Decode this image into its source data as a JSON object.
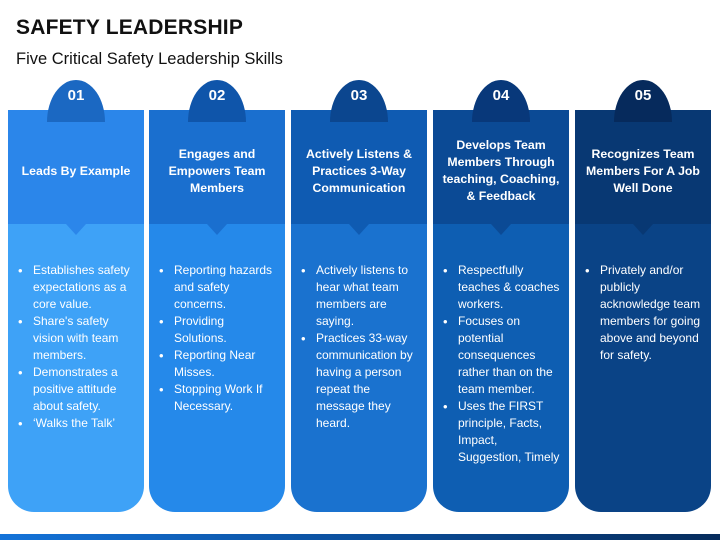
{
  "title": "SAFETY LEADERSHIP",
  "subtitle": "Five Critical Safety Leadership Skills",
  "columns": [
    {
      "number": "01",
      "heading": "Leads By Example",
      "bullets": [
        "Establishes safety expectations as a core value.",
        "Share's safety vision with team members.",
        "Demonstrates a positive attitude about safety.",
        "‘Walks the Talk’"
      ],
      "tab_color": "#1b68c2",
      "head_color": "#2b86ea",
      "body_color": "#3ea2f7"
    },
    {
      "number": "02",
      "heading": "Engages and Empowers Team Members",
      "bullets": [
        "Reporting hazards and safety concerns.",
        "Providing Solutions.",
        "Reporting Near Misses.",
        "Stopping Work If Necessary."
      ],
      "tab_color": "#0f55aa",
      "head_color": "#1a6fcf",
      "body_color": "#2589ea"
    },
    {
      "number": "03",
      "heading": "Actively Listens & Practices 3-Way Communication",
      "bullets": [
        "Actively listens to hear what team members are saying.",
        "Practices 33-way communication by having a person repeat the message they heard."
      ],
      "tab_color": "#0b468f",
      "head_color": "#0f5bb2",
      "body_color": "#1a72cf"
    },
    {
      "number": "04",
      "heading": "Develops Team Members Through teaching, Coaching, & Feedback",
      "bullets": [
        "Respectfully teaches & coaches workers.",
        "Focuses on potential consequences rather than on the team member.",
        "Uses the FIRST principle, Facts, Impact, Suggestion, Timely"
      ],
      "tab_color": "#08387a",
      "head_color": "#0b4a95",
      "body_color": "#0e5eb2"
    },
    {
      "number": "05",
      "heading": "Recognizes Team Members For A Job Well Done",
      "bullets": [
        "Privately and/or publicly acknowledge team members for going above and beyond for safety."
      ],
      "tab_color": "#062a5c",
      "head_color": "#083873",
      "body_color": "#0a4386"
    }
  ]
}
